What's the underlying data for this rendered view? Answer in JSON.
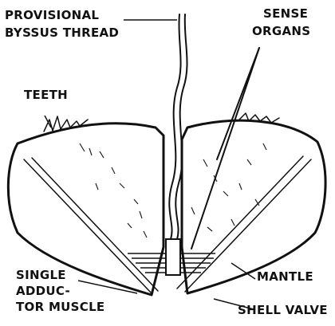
{
  "labels": {
    "byssus_line1": "PROVISIONAL",
    "byssus_line2": "BYSSUS THREAD",
    "sense_line1": "SENSE",
    "sense_line2": "ORGANS",
    "teeth": "TEETH",
    "adductor_line1": "SINGLE",
    "adductor_line2": "ADDUC-",
    "adductor_line3": "TOR MUSCLE",
    "mantle": "MANTLE",
    "shell_valve": "SHELL VALVE"
  }
}
